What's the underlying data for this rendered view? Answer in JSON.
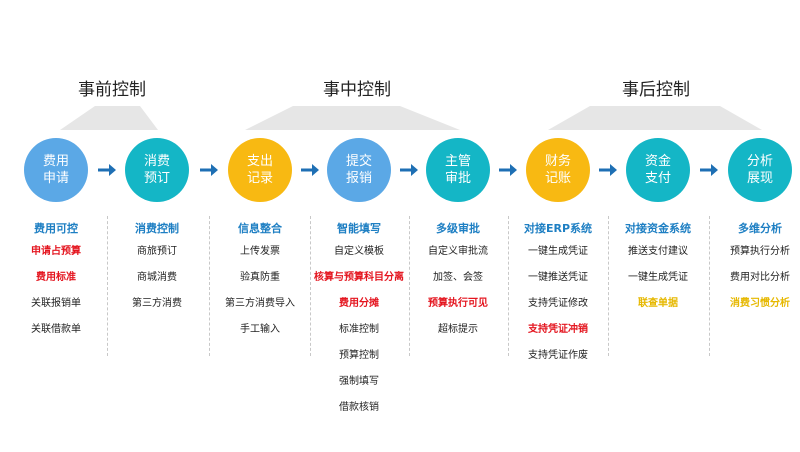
{
  "phases": [
    {
      "title": "事前控制"
    },
    {
      "title": "事中控制"
    },
    {
      "title": "事后控制"
    }
  ],
  "colors": {
    "blue": "#5ba8e6",
    "teal": "#14b6c6",
    "yellow": "#f8b912",
    "red": "#e4151f",
    "head": "#1e7fc3",
    "arrow": "#1e6fb4"
  },
  "steps": [
    {
      "line1": "费用",
      "line2": "申请",
      "color": "#5ba8e6"
    },
    {
      "line1": "消费",
      "line2": "预订",
      "color": "#14b6c6"
    },
    {
      "line1": "支出",
      "line2": "记录",
      "color": "#f8b912"
    },
    {
      "line1": "提交",
      "line2": "报销",
      "color": "#5ba8e6"
    },
    {
      "line1": "主管",
      "line2": "审批",
      "color": "#14b6c6"
    },
    {
      "line1": "财务",
      "line2": "记账",
      "color": "#f8b912"
    },
    {
      "line1": "资金",
      "line2": "支付",
      "color": "#14b6c6"
    },
    {
      "line1": "分析",
      "line2": "展现",
      "color": "#14b6c6"
    }
  ],
  "columns": [
    {
      "head": "费用可控",
      "items": [
        {
          "text": "申请占预算",
          "style": "red"
        },
        {
          "text": "费用标准",
          "style": "red"
        },
        {
          "text": "关联报销单",
          "style": ""
        },
        {
          "text": "关联借款单",
          "style": ""
        }
      ]
    },
    {
      "head": "消费控制",
      "items": [
        {
          "text": "商旅预订",
          "style": ""
        },
        {
          "text": "商城消费",
          "style": ""
        },
        {
          "text": "第三方消费",
          "style": ""
        }
      ]
    },
    {
      "head": "信息整合",
      "items": [
        {
          "text": "上传发票",
          "style": ""
        },
        {
          "text": "验真防重",
          "style": ""
        },
        {
          "text": "第三方消费导入",
          "style": ""
        },
        {
          "text": "手工输入",
          "style": ""
        }
      ]
    },
    {
      "head": "智能填写",
      "items": [
        {
          "text": "自定义模板",
          "style": ""
        },
        {
          "text": "核算与预算科目分离",
          "style": "red"
        },
        {
          "text": "费用分摊",
          "style": "red"
        },
        {
          "text": "标准控制",
          "style": ""
        },
        {
          "text": "预算控制",
          "style": ""
        },
        {
          "text": "强制填写",
          "style": ""
        },
        {
          "text": "借款核销",
          "style": ""
        }
      ]
    },
    {
      "head": "多级审批",
      "items": [
        {
          "text": "自定义审批流",
          "style": ""
        },
        {
          "text": "加签、会签",
          "style": ""
        },
        {
          "text": "预算执行可见",
          "style": "red"
        },
        {
          "text": "超标提示",
          "style": ""
        }
      ]
    },
    {
      "head": "对接ERP系统",
      "items": [
        {
          "text": "一键生成凭证",
          "style": ""
        },
        {
          "text": "一键推送凭证",
          "style": ""
        },
        {
          "text": "支持凭证修改",
          "style": ""
        },
        {
          "text": "支持凭证冲销",
          "style": "red"
        },
        {
          "text": "支持凭证作废",
          "style": ""
        }
      ]
    },
    {
      "head": "对接资金系统",
      "items": [
        {
          "text": "推送支付建议",
          "style": ""
        },
        {
          "text": "一键生成凭证",
          "style": ""
        },
        {
          "text": "联查单据",
          "style": "yellow"
        }
      ]
    },
    {
      "head": "多维分析",
      "items": [
        {
          "text": "预算执行分析",
          "style": ""
        },
        {
          "text": "费用对比分析",
          "style": ""
        },
        {
          "text": "消费习惯分析",
          "style": "yellow"
        }
      ]
    }
  ]
}
